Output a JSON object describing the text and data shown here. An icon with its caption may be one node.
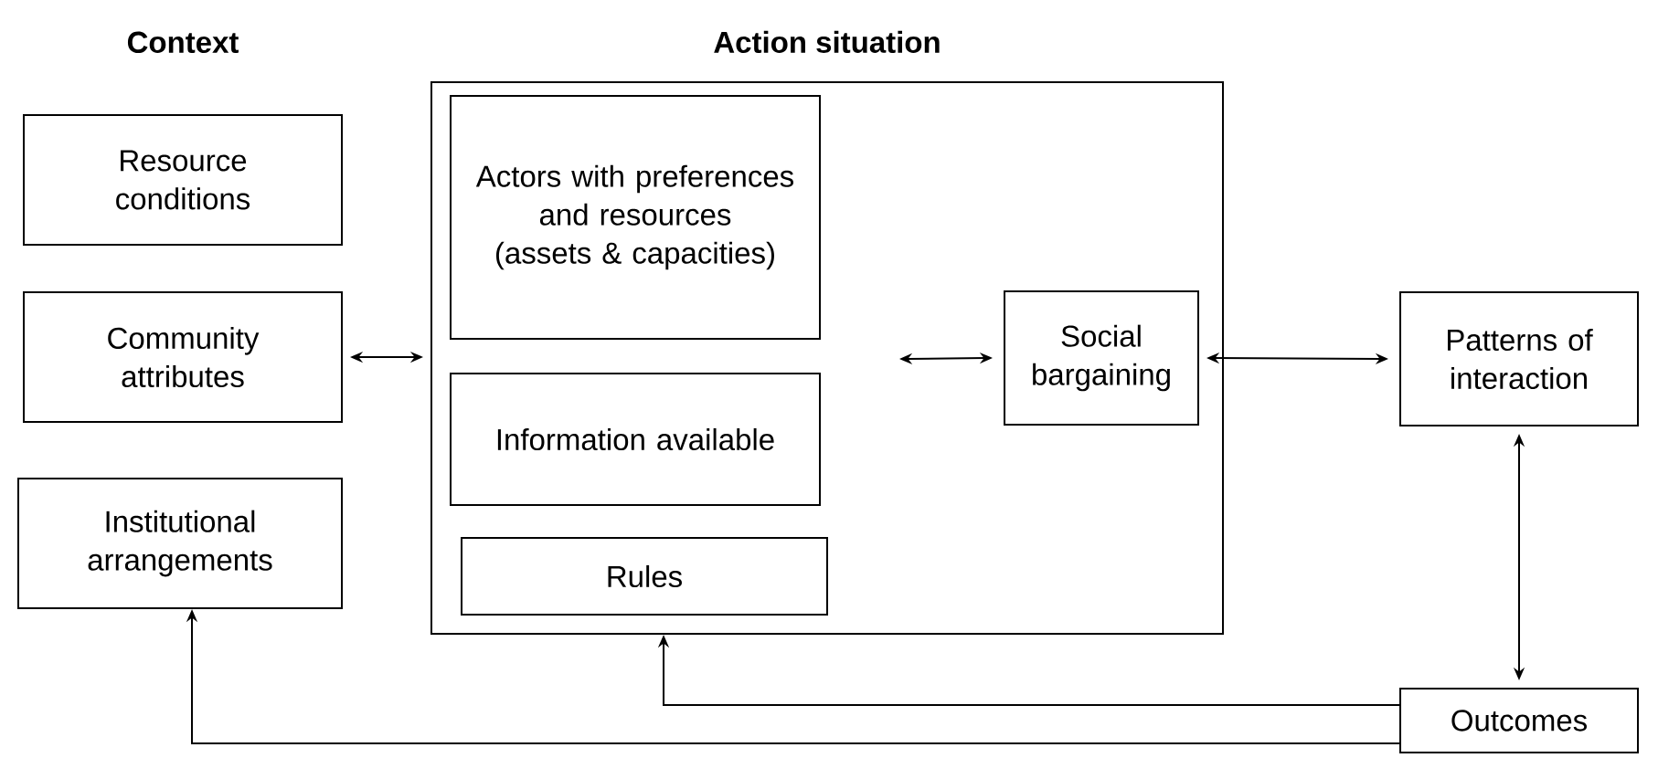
{
  "diagram": {
    "nodes": [
      {
        "text": [
          "Resource conditions"
        ]
      },
      {
        "text": [
          "Community attributes"
        ]
      },
      {
        "text": [
          "Institutional arrangements"
        ]
      },
      {
        "text": [
          "Action situation"
        ]
      },
      {
        "text": [
          "Actors with preferences and resources (assets & capacities)"
        ],
        "in": 3
      },
      {
        "text": [
          "Information available"
        ],
        "in": 3
      },
      {
        "text": [
          "Rules"
        ],
        "in": 3
      },
      {
        "text": [
          "Social bargaining"
        ],
        "in": 3
      },
      {
        "text": [
          "Patterns of interaction"
        ]
      },
      {
        "text": [
          "Outcomes"
        ]
      }
    ],
    "edges": [
      {
        "from": 1,
        "to": 3,
        "arrow": "both"
      },
      {
        "from": null,
        "to": 7,
        "arrow": "both"
      },
      {
        "from": 7,
        "to": 8,
        "arrow": "both"
      },
      {
        "from": 8,
        "to": 9,
        "arrow": "both"
      },
      {
        "from": 9,
        "to": 3,
        "arrow": "to"
      },
      {
        "from": 9,
        "to": 2,
        "arrow": "to"
      }
    ],
    "labels": [
      "Context"
    ]
  }
}
